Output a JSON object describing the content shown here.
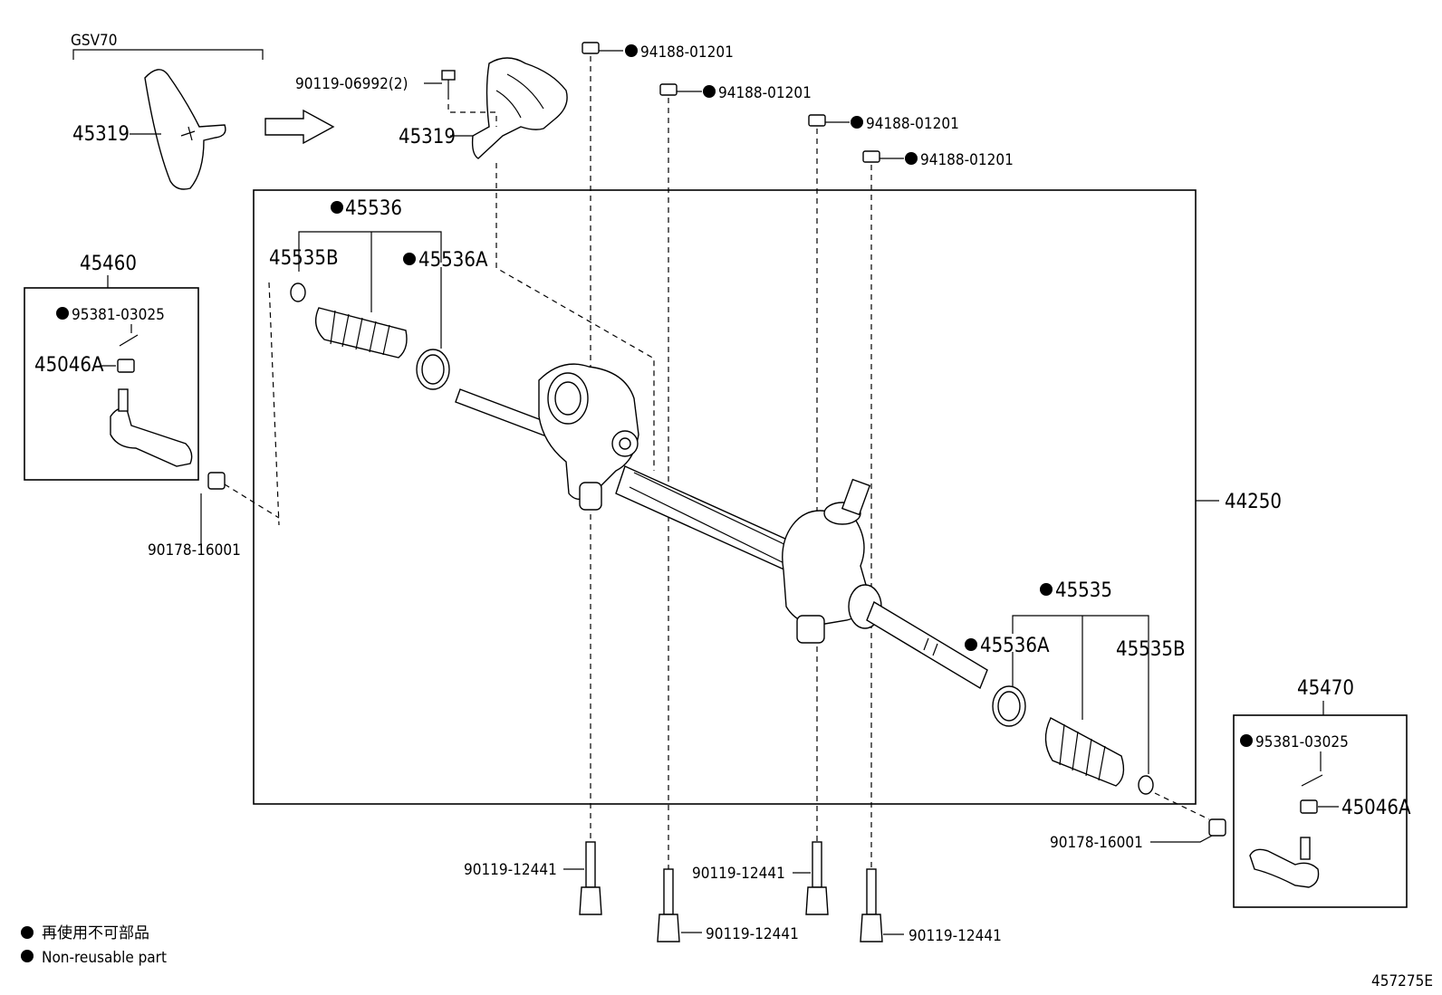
{
  "variant_label": "GSV70",
  "parts": {
    "p45319_left": "45319",
    "p45319_right": "45319",
    "p90119_06992": "90119-06992(2)",
    "p94188_1": "94188-01201",
    "p94188_2": "94188-01201",
    "p94188_3": "94188-01201",
    "p94188_4": "94188-01201",
    "p45536": "45536",
    "p45535B_left": "45535B",
    "p45536A_left": "45536A",
    "p45460": "45460",
    "p95381_left": "95381-03025",
    "p45046A_left": "45046A",
    "p90178_left": "90178-16001",
    "p44250": "44250",
    "p45535": "45535",
    "p45536A_right": "45536A",
    "p45535B_right": "45535B",
    "p45470": "45470",
    "p95381_right": "95381-03025",
    "p45046A_right": "45046A",
    "p90178_right": "90178-16001",
    "p90119_12441_a": "90119-12441",
    "p90119_12441_b": "90119-12441",
    "p90119_12441_c": "90119-12441",
    "p90119_12441_d": "90119-12441"
  },
  "legend": {
    "jp": "再使用不可部品",
    "en": "Non-reusable part"
  },
  "diagram_id": "457275E"
}
